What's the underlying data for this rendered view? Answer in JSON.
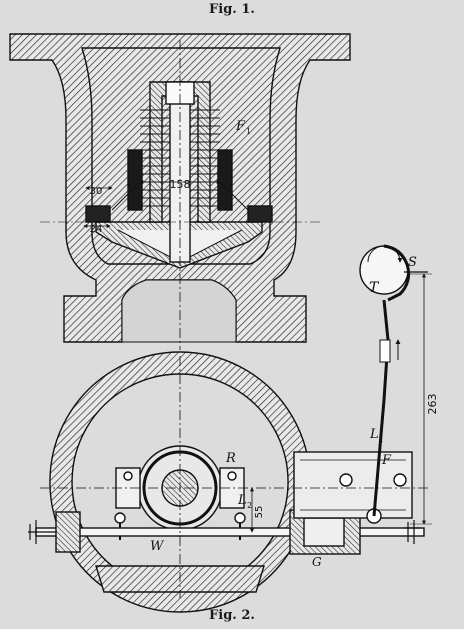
{
  "fig1": {
    "caption": "Fig. 1.",
    "labels": {
      "f1": "F",
      "f1_sub": "1"
    },
    "dimensions": {
      "bore": "158",
      "offset": "30",
      "seat": "24"
    }
  },
  "fig2": {
    "caption": "Fig. 2.",
    "labels": {
      "t": "T",
      "s": "S",
      "l1": "L",
      "l1_sub": "1",
      "l2": "L",
      "l2_sub": "2",
      "r": "R",
      "f": "F",
      "g": "G",
      "w": "W"
    },
    "dimensions": {
      "height": "263",
      "arm": "55"
    }
  }
}
